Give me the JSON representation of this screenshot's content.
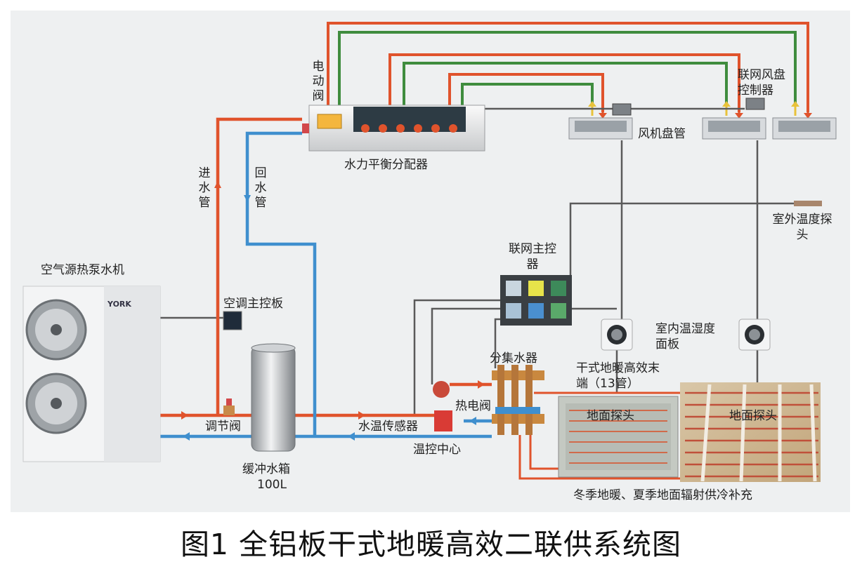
{
  "caption": "图1  全铝板干式地暖高效二联供系统图",
  "labels": {
    "heat_pump": "空气源热泵水机",
    "ac_controller": "空调主控板",
    "adjust_valve": "调节阀",
    "buffer_tank": "缓冲水箱",
    "buffer_volume": "100L",
    "water_temp_sensor": "水温传感器",
    "temp_control_center": "温控中心",
    "thermo_valve": "热电阀",
    "manifold": "分集水器",
    "network_master": "联网主控器",
    "dry_floor_end": "干式地暖高效末端（13管）",
    "indoor_panel": "室内温湿度面板",
    "floor_probe_1": "地面探头",
    "floor_probe_2": "地面探头",
    "outdoor_probe": "室外温度探头",
    "fan_coil": "风机盘管",
    "fan_coil_controller": "联网风盘控制器",
    "hydraulic_distributor": "水力平衡分配器",
    "motorized_valve": "电动阀",
    "supply_pipe": "进水管",
    "return_pipe": "回水管",
    "winter_summer_note": "冬季地暖、夏季地面辐射供冷补充",
    "brand": "YORK"
  },
  "colors": {
    "supply": "#e0532c",
    "return": "#3f8fce",
    "green_pipe": "#3f8c3e",
    "control_wire": "#5a5a5a",
    "background": "#eef0f1"
  }
}
